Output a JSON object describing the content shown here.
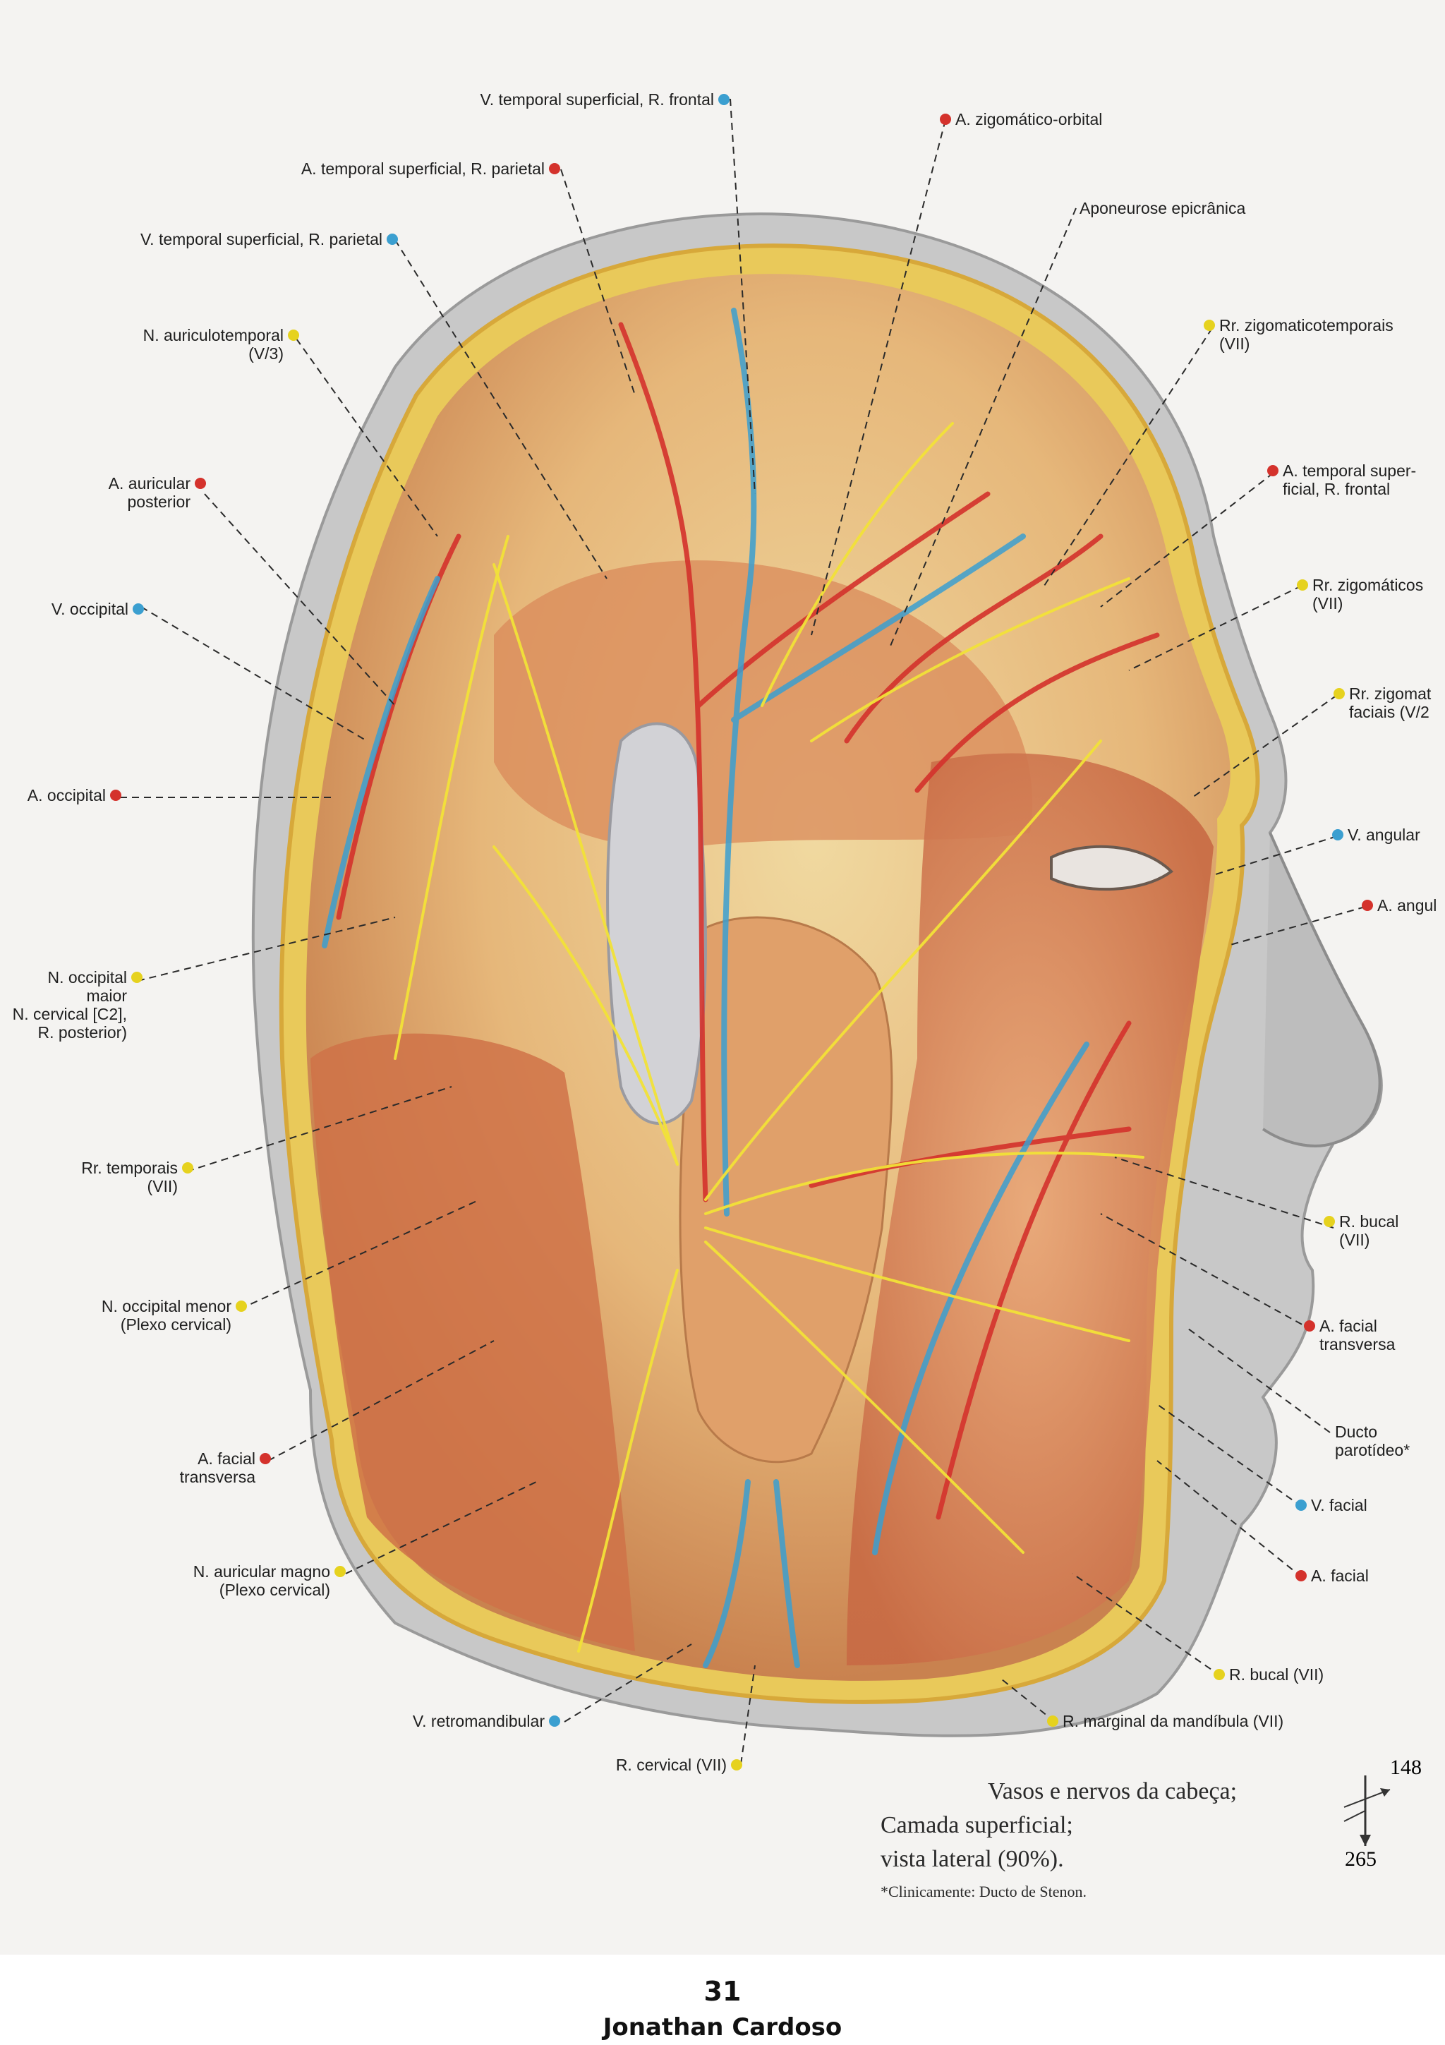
{
  "labels_left": [
    {
      "id": "v-temp-front",
      "text": "V. temporal superficial, R. frontal",
      "color": "blue"
    },
    {
      "id": "a-temp-pariet",
      "text": "A. temporal superficial, R. parietal",
      "color": "red"
    },
    {
      "id": "v-temp-pariet",
      "text": "V. temporal superficial, R. parietal",
      "color": "blue"
    },
    {
      "id": "n-auriculotemp",
      "text": "N. auriculotemporal",
      "sub": "(V/3)",
      "color": "yellow"
    },
    {
      "id": "a-auric-post",
      "text": "A. auricular",
      "sub": "posterior",
      "color": "red"
    },
    {
      "id": "v-occipital",
      "text": "V. occipital",
      "color": "blue"
    },
    {
      "id": "a-occipital",
      "text": "A. occipital",
      "color": "red"
    },
    {
      "id": "n-occ-maior",
      "text": "N. occipital",
      "sub": "maior",
      "sub2": "N. cervical [C2],",
      "sub3": "R. posterior)",
      "color": "yellow"
    },
    {
      "id": "rr-temporais",
      "text": "Rr. temporais",
      "sub": "(VII)",
      "color": "yellow"
    },
    {
      "id": "n-occ-menor",
      "text": "N. occipital menor",
      "sub": "(Plexo cervical)",
      "color": "yellow"
    },
    {
      "id": "a-facial-transv-l",
      "text": "A. facial",
      "sub": "transversa",
      "color": "red"
    },
    {
      "id": "n-auric-magno",
      "text": "N. auricular magno",
      "sub": "(Plexo cervical)",
      "color": "yellow"
    },
    {
      "id": "v-retromand",
      "text": "V. retromandibular",
      "color": "blue"
    },
    {
      "id": "r-cervical",
      "text": "R. cervical (VII)",
      "color": "yellow"
    }
  ],
  "labels_right": [
    {
      "id": "a-zigo-orb",
      "text": "A. zigomático-orbital",
      "color": "red"
    },
    {
      "id": "aponeurose",
      "text": "Aponeurose epicrânica",
      "color": "none"
    },
    {
      "id": "rr-zigotemp",
      "text": "Rr. zigomaticotemporais",
      "sub": "(VII)",
      "color": "yellow"
    },
    {
      "id": "a-temp-front",
      "text": "A. temporal super-",
      "sub": "ficial, R. frontal",
      "color": "red"
    },
    {
      "id": "rr-zigomaticos",
      "text": "Rr. zigomáticos",
      "sub": "(VII)",
      "color": "yellow"
    },
    {
      "id": "rr-zigofac",
      "text": "Rr. zigomat",
      "sub": "faciais (V/2",
      "color": "yellow"
    },
    {
      "id": "v-angular",
      "text": "V. angular",
      "color": "blue"
    },
    {
      "id": "a-angular",
      "text": "A. angul",
      "color": "red"
    },
    {
      "id": "r-bucal-1",
      "text": "R. bucal",
      "sub": "(VII)",
      "color": "yellow"
    },
    {
      "id": "a-facial-transv-r",
      "text": "A. facial",
      "sub": "transversa",
      "color": "red"
    },
    {
      "id": "ducto",
      "text": "Ducto",
      "sub": "parotídeo*",
      "color": "none"
    },
    {
      "id": "v-facial",
      "text": "V. facial",
      "color": "blue"
    },
    {
      "id": "a-facial",
      "text": "A. facial",
      "color": "red"
    },
    {
      "id": "r-bucal-2",
      "text": "R. bucal (VII)",
      "color": "yellow"
    },
    {
      "id": "r-marginal",
      "text": "R. marginal da mandíbula (VII)",
      "color": "yellow"
    }
  ],
  "caption": {
    "line1": "Vasos e nervos da cabeça;",
    "line2": "Camada superficial;",
    "line3": "vista lateral (90%).",
    "line4": "*Clinicamente: Ducto de Stenon."
  },
  "orientation": {
    "top": "148",
    "bottom": "265"
  },
  "footer": {
    "page": "31",
    "author": "Jonathan Cardoso"
  },
  "colors": {
    "artery": "#d4322c",
    "vein": "#3b9fd0",
    "nerve": "#e6d21e",
    "muscle": "#c9704a",
    "skin": "#f0c69a",
    "bone": "#c9c9c9"
  }
}
